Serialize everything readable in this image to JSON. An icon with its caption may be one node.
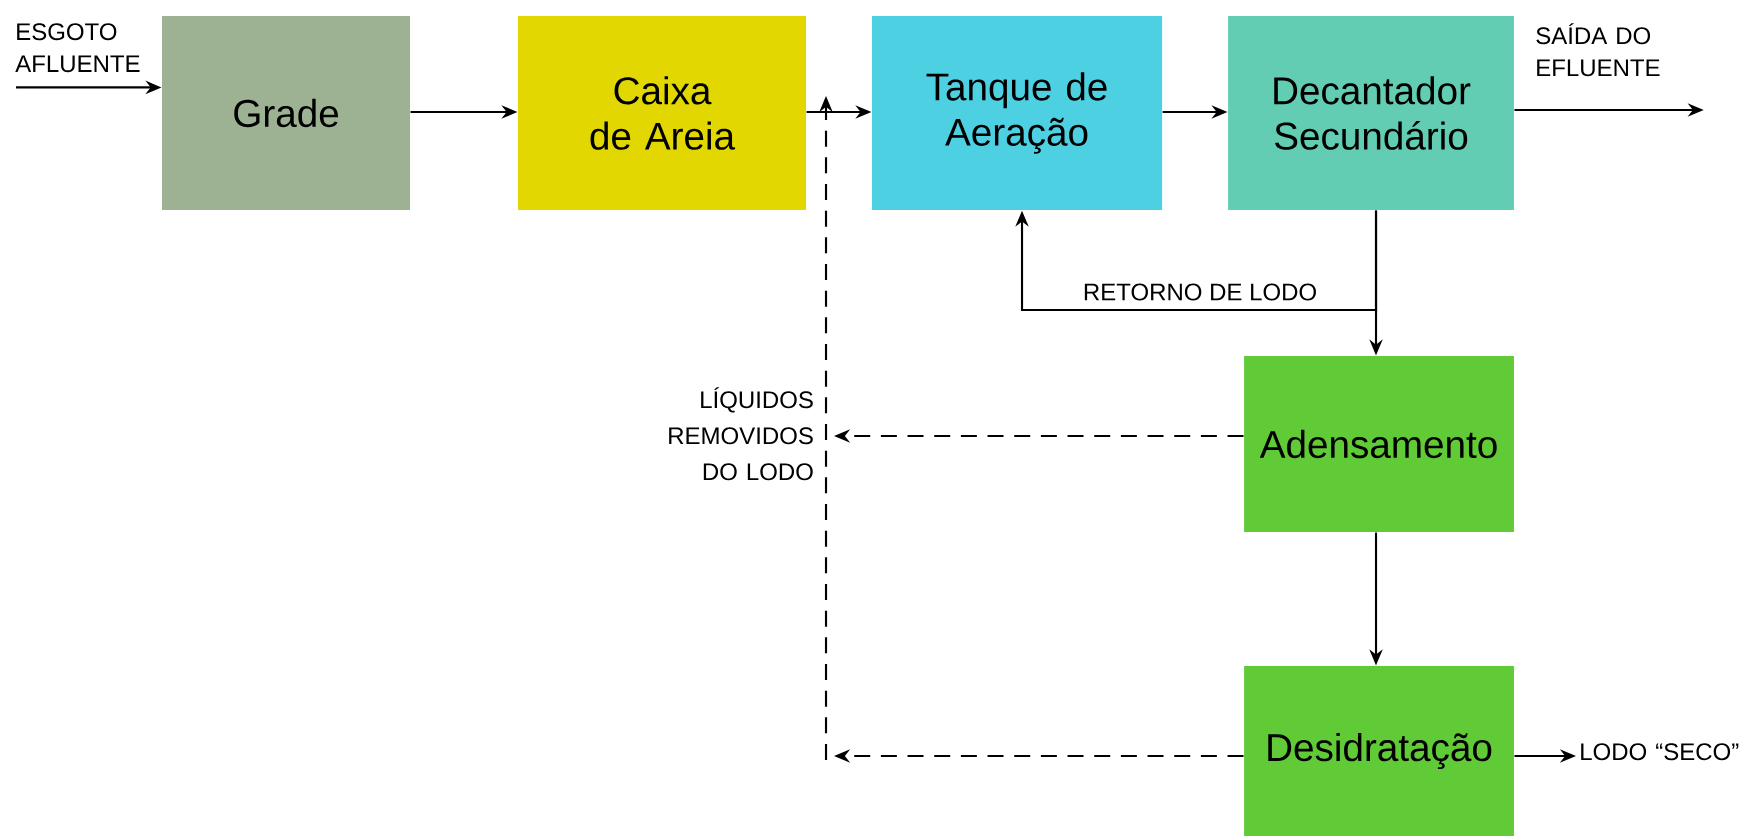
{
  "diagram": {
    "nodes": [
      {
        "text": [
          "ESGOTO AFLUENTE"
        ]
      },
      {
        "text": [
          "Grade"
        ]
      },
      {
        "text": [
          "Caixa de Areia"
        ]
      },
      {
        "text": [
          "Tanque de Aeração"
        ]
      },
      {
        "text": [
          "Decantador Secundário"
        ]
      },
      {
        "text": [
          "SAÍDA DO EFLUENTE"
        ]
      },
      {
        "text": [
          "Adensamento"
        ]
      },
      {
        "text": [
          "Desidratação"
        ]
      },
      {
        "text": [
          "LODO “SECO”"
        ]
      },
      {
        "text": [
          "LÍQUIDOS REMOVIDOS DO LODO"
        ]
      }
    ],
    "edges": [
      {
        "from": 0,
        "to": 1,
        "arrow": "to"
      },
      {
        "from": 1,
        "to": 2,
        "arrow": "to"
      },
      {
        "from": 2,
        "to": 3,
        "arrow": "to"
      },
      {
        "from": 3,
        "to": 4,
        "arrow": "to"
      },
      {
        "from": 4,
        "to": 5,
        "arrow": "to"
      },
      {
        "from": 4,
        "to": 3,
        "arrow": "to",
        "label": "RETORNO DE LODO"
      },
      {
        "from": 4,
        "to": 6,
        "arrow": "to"
      },
      {
        "from": 6,
        "to": 7,
        "arrow": "to"
      },
      {
        "from": 7,
        "to": 8,
        "arrow": "to"
      },
      {
        "from": 6,
        "to": 9,
        "arrow": "to",
        "style": "dashed"
      },
      {
        "from": 7,
        "to": null,
        "arrow": "to",
        "style": "dashed"
      }
    ]
  }
}
